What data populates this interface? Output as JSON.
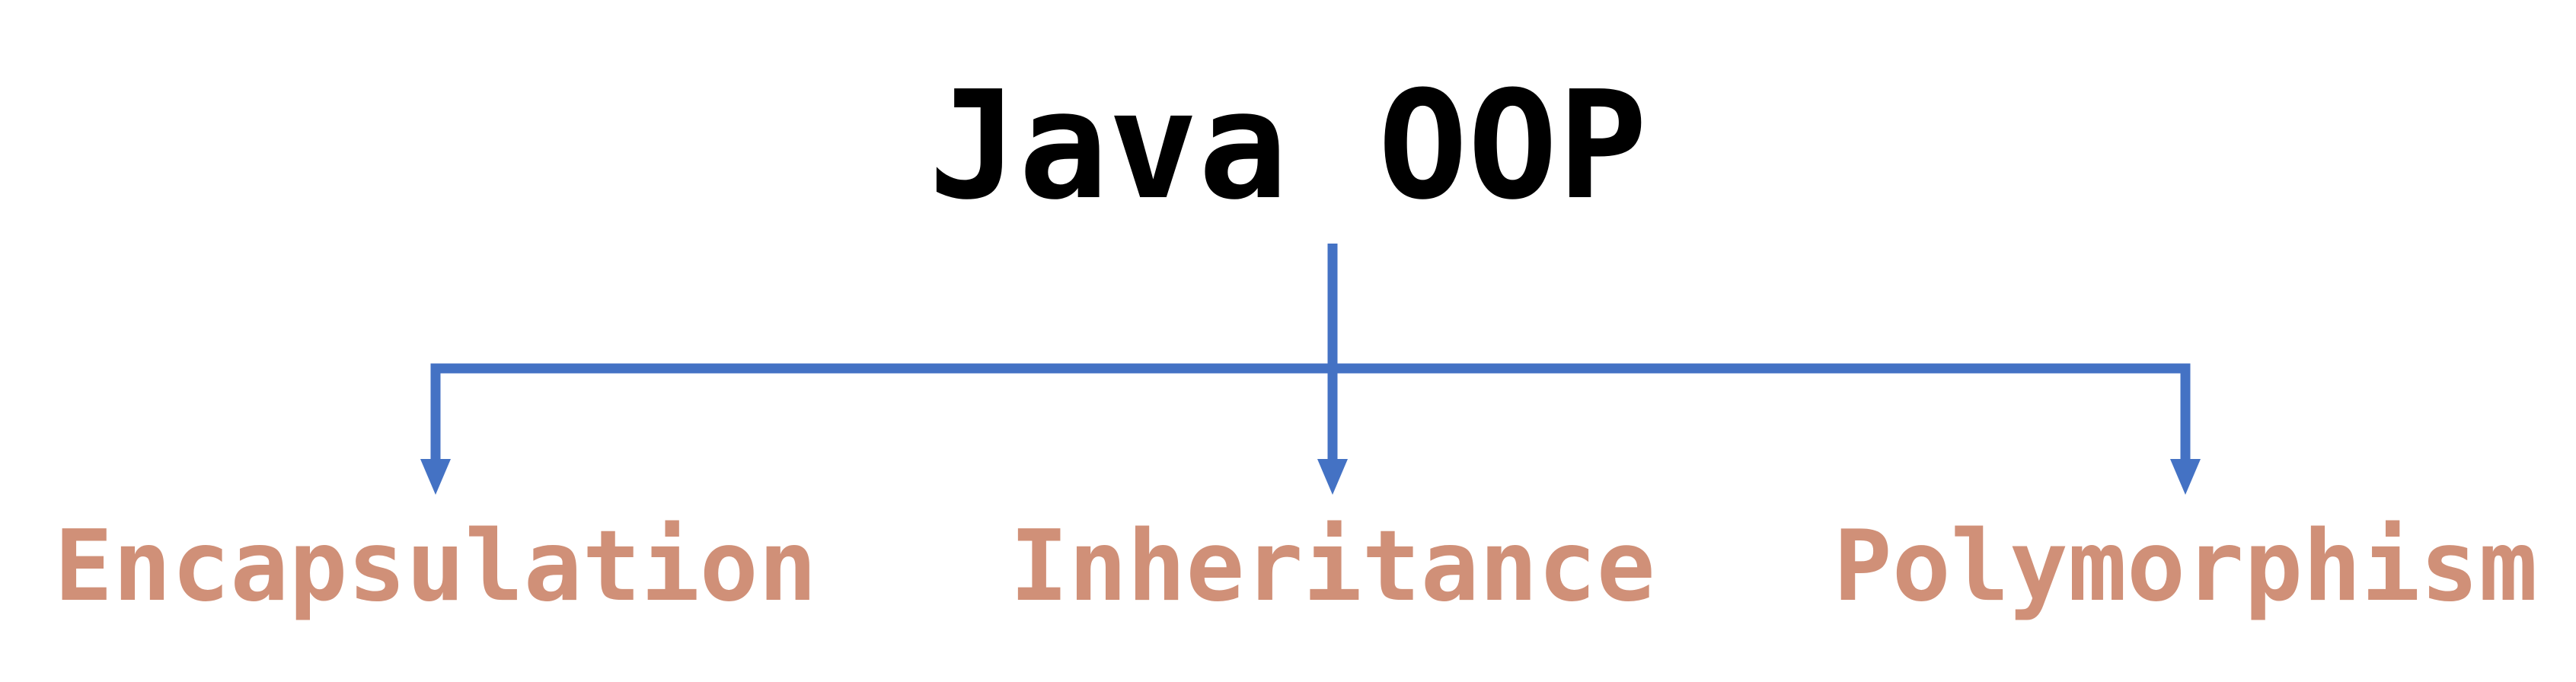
{
  "diagram": {
    "root": {
      "label": "Java OOP",
      "color": "#000000"
    },
    "connector_color": "#4472C4",
    "children": [
      {
        "label": "Encapsulation",
        "color": "#D09078"
      },
      {
        "label": "Inheritance",
        "color": "#D09078"
      },
      {
        "label": "Polymorphism",
        "color": "#D09078"
      }
    ]
  }
}
